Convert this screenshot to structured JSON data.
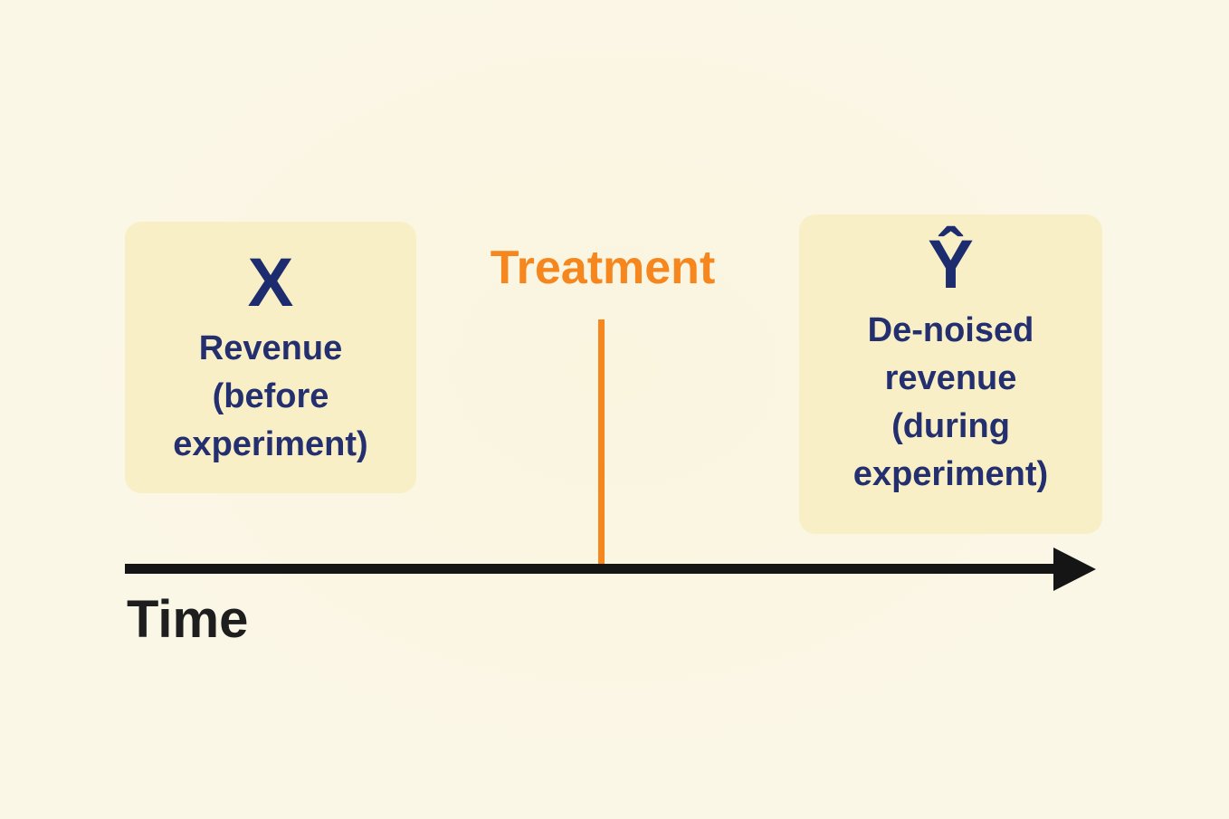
{
  "page": {
    "background_color": "#FBF7E7"
  },
  "colors": {
    "box_fill": "#F8EFC6",
    "navy_text": "#1D2C6E",
    "orange_accent": "#F6871E",
    "axis_black": "#151515"
  },
  "boxes": {
    "before": {
      "symbol": "X",
      "label": "Revenue (before experiment)",
      "lines": [
        "Revenue",
        "(before",
        "experiment)"
      ]
    },
    "after": {
      "symbol": "Ŷ",
      "label": "De-noised revenue (during experiment)",
      "lines": [
        "De-noised",
        "revenue",
        "(during",
        "experiment)"
      ]
    }
  },
  "treatment": {
    "label": "Treatment"
  },
  "timeline": {
    "label": "Time"
  }
}
